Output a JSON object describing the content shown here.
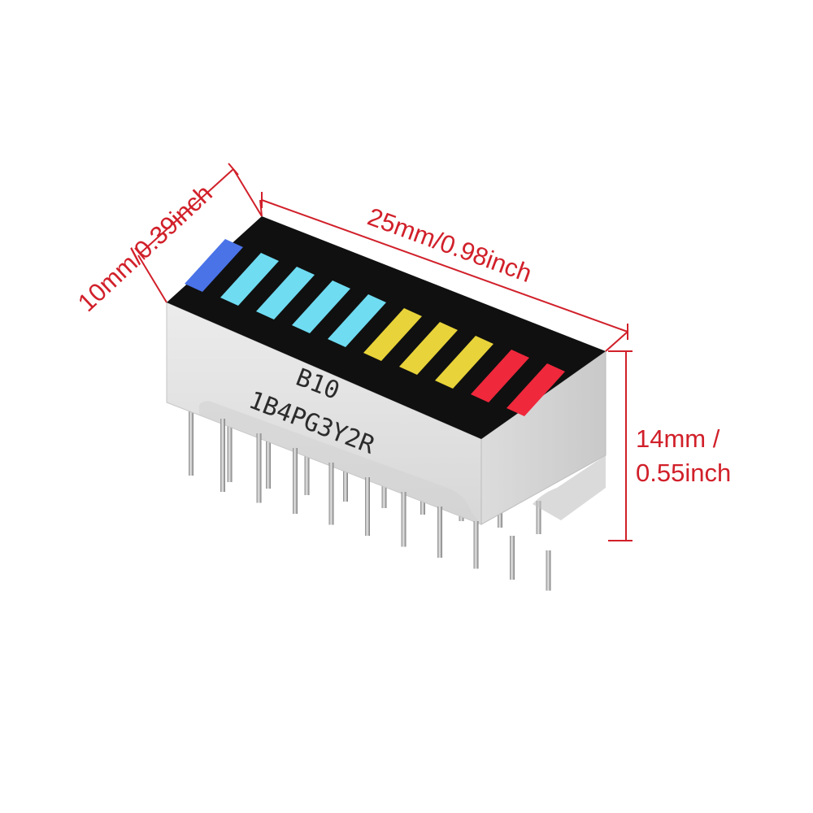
{
  "product": {
    "markings": {
      "line1": "B10",
      "line2": "1B4PG3Y2R"
    },
    "segment_colors": {
      "blue": "#4a73e8",
      "cyan": "#6fdcf2",
      "yellow": "#e8d33a",
      "red": "#f0283c"
    },
    "segments": [
      "blue",
      "cyan",
      "cyan",
      "cyan",
      "cyan",
      "yellow",
      "yellow",
      "yellow",
      "red",
      "red"
    ],
    "pin_count": 10
  },
  "dimensions": {
    "width": {
      "label": "10mm/0.39inch"
    },
    "length": {
      "label": "25mm/0.98inch"
    },
    "height": {
      "line1": "14mm /",
      "line2": "0.55inch"
    },
    "color": "#d1202a"
  }
}
